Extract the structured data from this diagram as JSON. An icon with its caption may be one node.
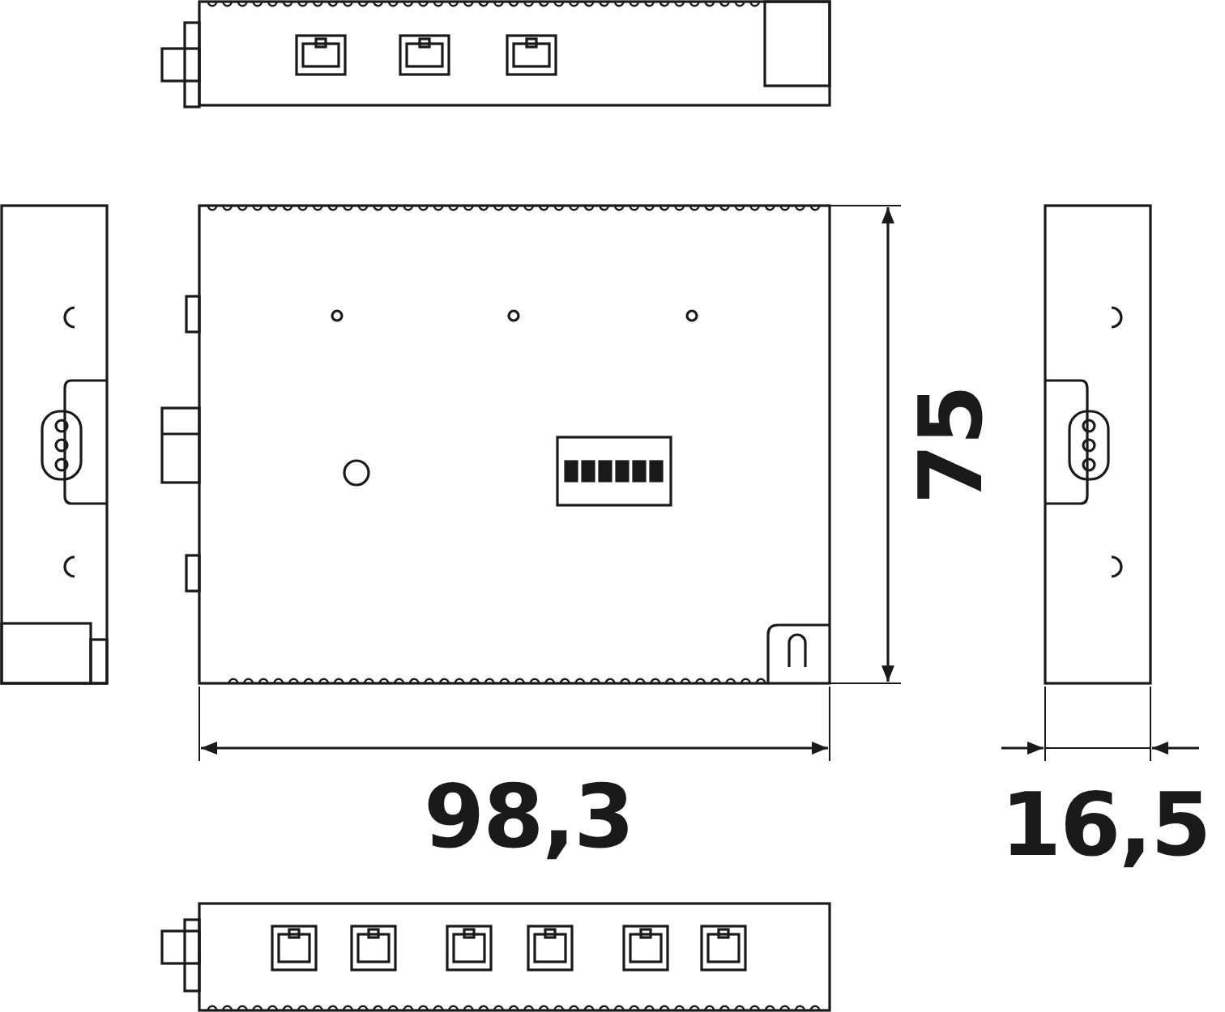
{
  "diagram": {
    "labels": [
      "75",
      "98,3",
      "16,5"
    ]
  }
}
